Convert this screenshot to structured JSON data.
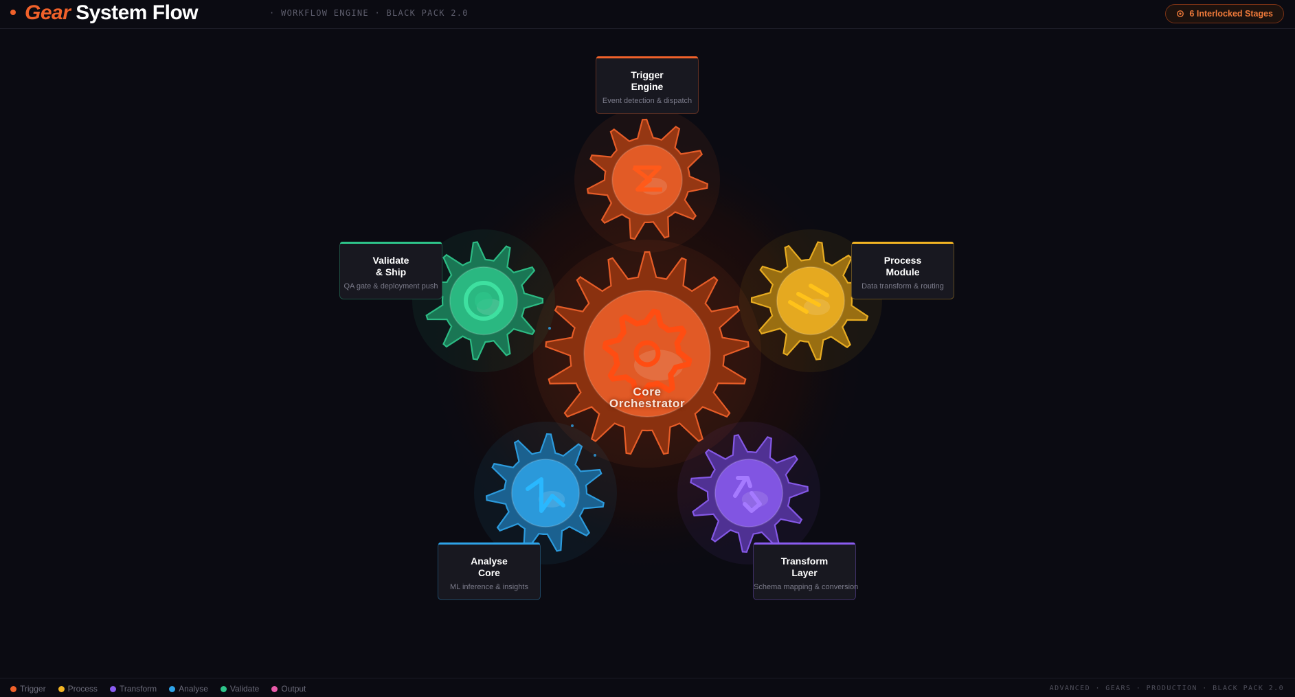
{
  "header": {
    "brand_accent": "Gear",
    "brand_rest": "System Flow",
    "subtitle": "· WORKFLOW ENGINE · BLACK PACK 2.0",
    "badge": "6 Interlocked Stages"
  },
  "core": {
    "label": "Core\nOrchestrator",
    "color": "#f0612a"
  },
  "stages": [
    {
      "id": "trigger",
      "title": "Trigger\nEngine",
      "desc": "Event detection & dispatch",
      "color": "#f0612a"
    },
    {
      "id": "process",
      "title": "Process\nModule",
      "desc": "Data transform & routing",
      "color": "#f2b423"
    },
    {
      "id": "transform",
      "title": "Transform\nLayer",
      "desc": "Schema mapping & conversion",
      "color": "#8a5cf0"
    },
    {
      "id": "analyse",
      "title": "Analyse\nCore",
      "desc": "ML inference & insights",
      "color": "#2ea3e8"
    },
    {
      "id": "validate",
      "title": "Validate\n& Ship",
      "desc": "QA gate & deployment push",
      "color": "#2ec48a"
    }
  ],
  "legend": [
    {
      "label": "Trigger",
      "color": "#f0612a"
    },
    {
      "label": "Process",
      "color": "#f2b423"
    },
    {
      "label": "Transform",
      "color": "#8a5cf0"
    },
    {
      "label": "Analyse",
      "color": "#2ea3e8"
    },
    {
      "label": "Validate",
      "color": "#2ec48a"
    },
    {
      "label": "Output",
      "color": "#e85aa8"
    }
  ],
  "footer": {
    "right": "ADVANCED · GEARS · PRODUCTION · BLACK PACK 2.0"
  }
}
